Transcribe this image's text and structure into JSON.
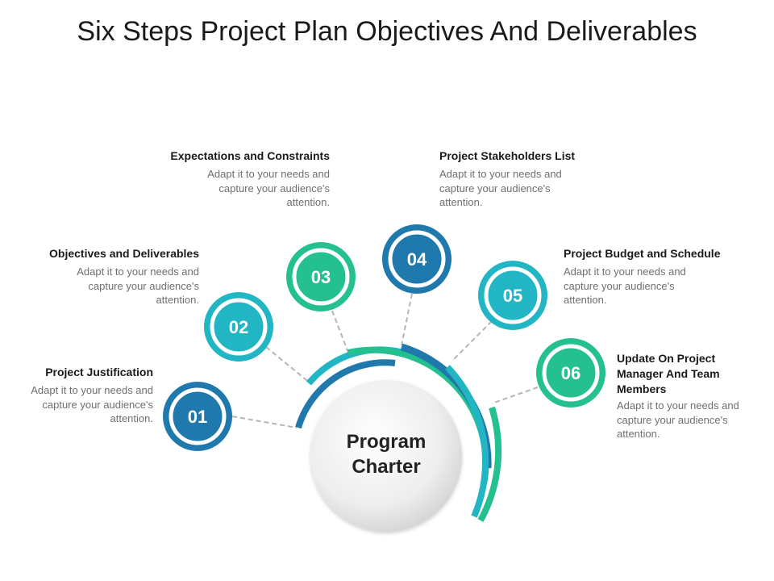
{
  "title": "Six Steps Project Plan Objectives And Deliverables",
  "center": {
    "line1": "Program",
    "line2": "Charter"
  },
  "colors": {
    "dark_blue": "#2079ad",
    "teal": "#22b6c4",
    "green": "#24c08f",
    "gray_ring": "#e5e5e5",
    "connector": "#b5b5b5"
  },
  "steps": [
    {
      "number": "01",
      "heading": "Project Justification",
      "body": "Adapt it to your needs and capture your audience's attention."
    },
    {
      "number": "02",
      "heading": "Objectives and Deliverables",
      "body": "Adapt it to your needs and capture your audience's attention."
    },
    {
      "number": "03",
      "heading": "Expectations and Constraints",
      "body": "Adapt it to your needs and capture your audience's attention."
    },
    {
      "number": "04",
      "heading": "Project Stakeholders List",
      "body": "Adapt it to your needs and capture your audience's attention."
    },
    {
      "number": "05",
      "heading": "Project Budget and Schedule",
      "body": "Adapt it to your needs and capture your audience's attention."
    },
    {
      "number": "06",
      "heading": "Update On Project Manager And Team Members",
      "body": "Adapt it to your needs and capture your audience's attention."
    }
  ]
}
